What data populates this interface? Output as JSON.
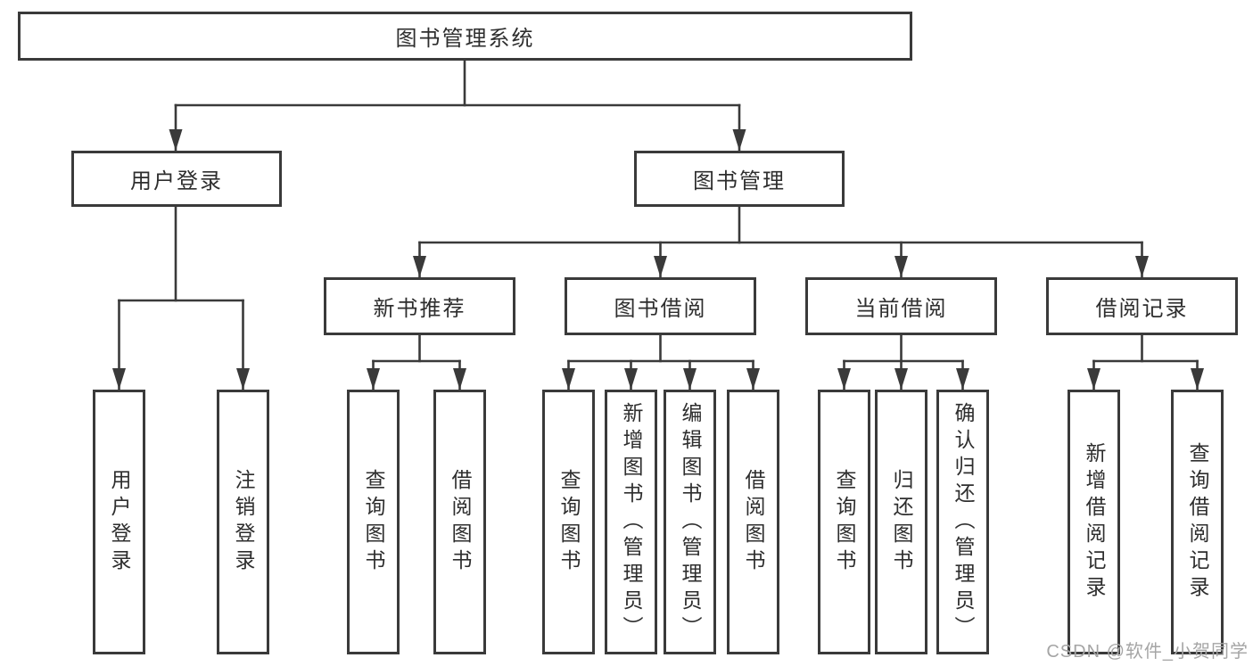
{
  "diagram": {
    "type": "hierarchy",
    "root": {
      "label": "图书管理系统",
      "children": [
        {
          "label": "用户登录",
          "children": [
            {
              "label": "用户登录"
            },
            {
              "label": "注销登录"
            }
          ]
        },
        {
          "label": "图书管理",
          "children": [
            {
              "label": "新书推荐",
              "children": [
                {
                  "label": "查询图书"
                },
                {
                  "label": "借阅图书"
                }
              ]
            },
            {
              "label": "图书借阅",
              "children": [
                {
                  "label": "查询图书"
                },
                {
                  "label": "新增图书（管理员）"
                },
                {
                  "label": "编辑图书（管理员）"
                },
                {
                  "label": "借阅图书"
                }
              ]
            },
            {
              "label": "当前借阅",
              "children": [
                {
                  "label": "查询图书"
                },
                {
                  "label": "归还图书"
                },
                {
                  "label": "确认归还（管理员）"
                }
              ]
            },
            {
              "label": "借阅记录",
              "children": [
                {
                  "label": "新增借阅记录"
                },
                {
                  "label": "查询借阅记录"
                }
              ]
            }
          ]
        }
      ]
    },
    "colors": {
      "line": "#3a3a3a",
      "border": "#3a3a3a",
      "text": "#2e2e2e",
      "watermark": "#a5a5a5",
      "background": "#ffffff"
    }
  },
  "watermark": "CSDN @软件_小贺同学"
}
